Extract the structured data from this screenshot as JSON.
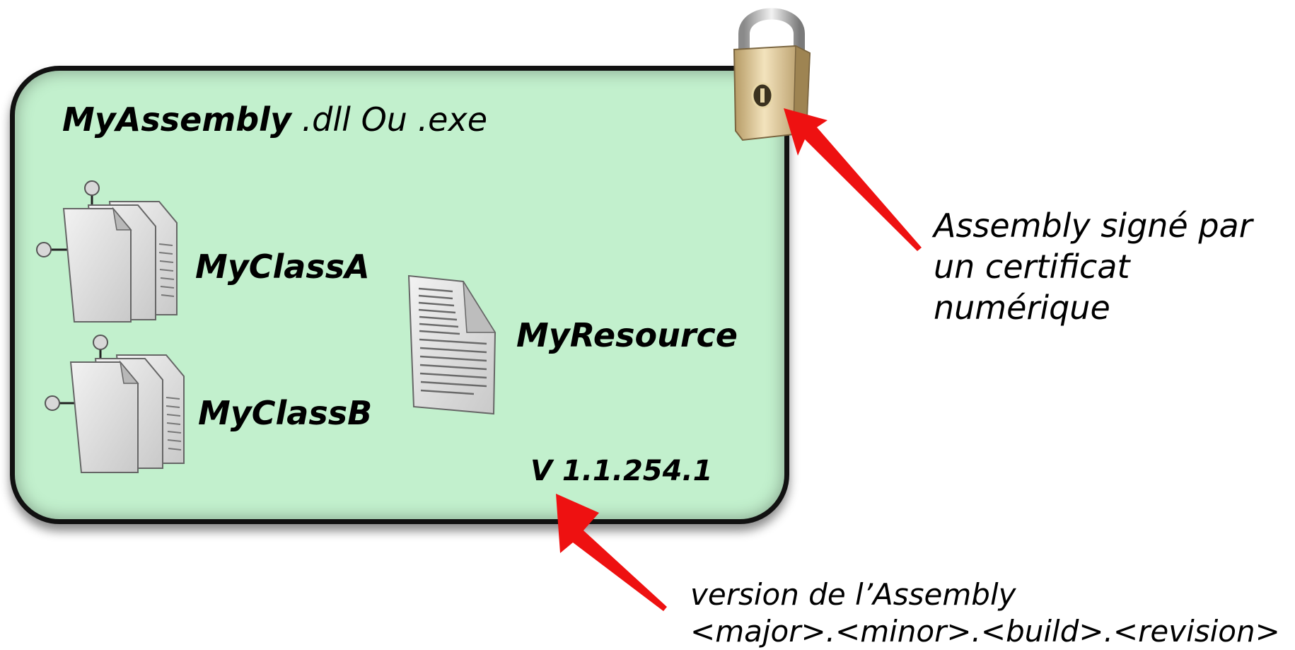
{
  "assembly": {
    "name": "MyAssembly",
    "extension": ".dll Ou .exe",
    "version": "V 1.1.254.1"
  },
  "members": {
    "class_a": "MyClassA",
    "class_b": "MyClassB",
    "resource": "MyResource"
  },
  "annotations": {
    "signed_line1": "Assembly signé par",
    "signed_line2": "un certificat",
    "signed_line3": "numérique",
    "version_line1": "version de l’Assembly",
    "version_line2": "<major>.<minor>.<build>.<revision>"
  },
  "icons": [
    "padlock-icon",
    "class-document-stack-icon",
    "resource-document-icon",
    "arrow-icon"
  ],
  "colors": {
    "box_fill": "#c2f0cd",
    "box_border": "#111111",
    "arrow": "#ee1111",
    "padlock_body": "#dcc89b"
  }
}
